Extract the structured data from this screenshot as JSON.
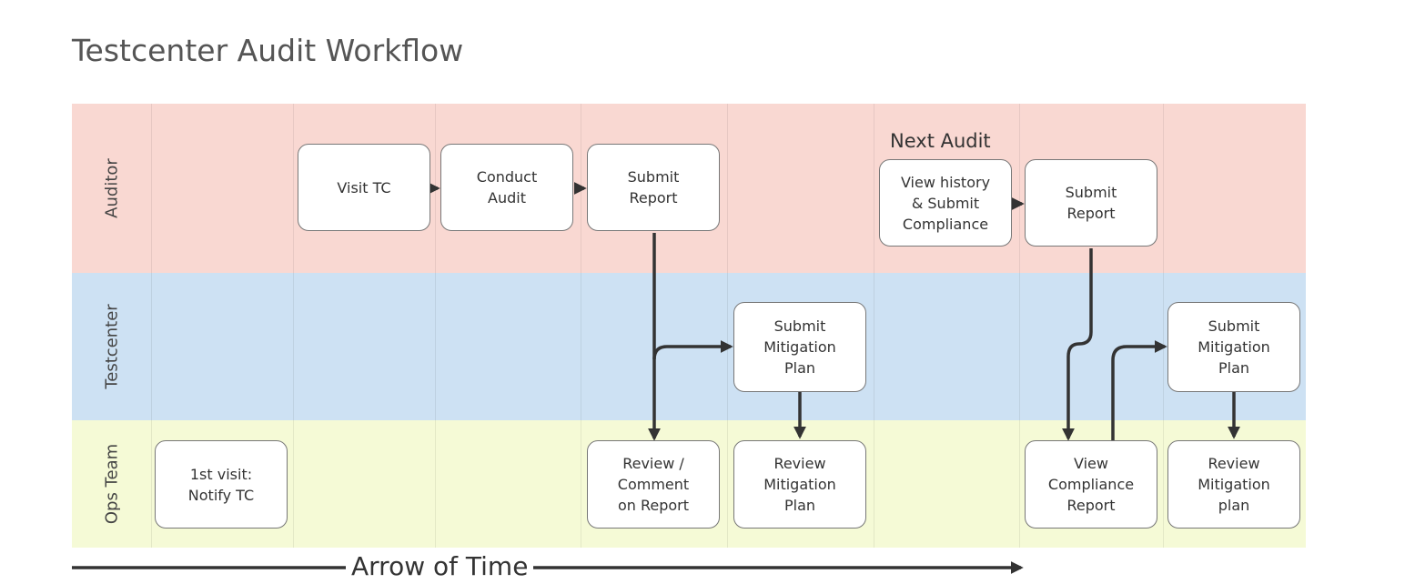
{
  "title": "Testcenter Audit Workflow",
  "lanes": {
    "auditor": "Auditor",
    "testcenter": "Testcenter",
    "ops": "Ops Team"
  },
  "steps": {
    "visit_tc": "Visit TC",
    "conduct_audit": "Conduct\nAudit",
    "submit_report_1": "Submit\nReport",
    "view_history": "View history\n& Submit\nCompliance",
    "submit_report_2": "Submit\nReport",
    "mitigation_plan_1": "Submit\nMitigation\nPlan",
    "mitigation_plan_2": "Submit\nMitigation\nPlan",
    "first_visit": "1st visit:\nNotify TC",
    "review_comment": "Review /\nComment\non Report",
    "review_mitigation_1": "Review\nMitigation\nPlan",
    "view_compliance": "View\nCompliance\nReport",
    "review_mitigation_2": "Review\nMitigation\nplan"
  },
  "next_audit_label": "Next Audit",
  "arrow_of_time_label": "Arrow of Time",
  "colors": {
    "auditor_lane": "#f9d8d2",
    "testcenter_lane": "#cde1f3",
    "ops_lane": "#f5fad6",
    "connector": "#333333"
  }
}
